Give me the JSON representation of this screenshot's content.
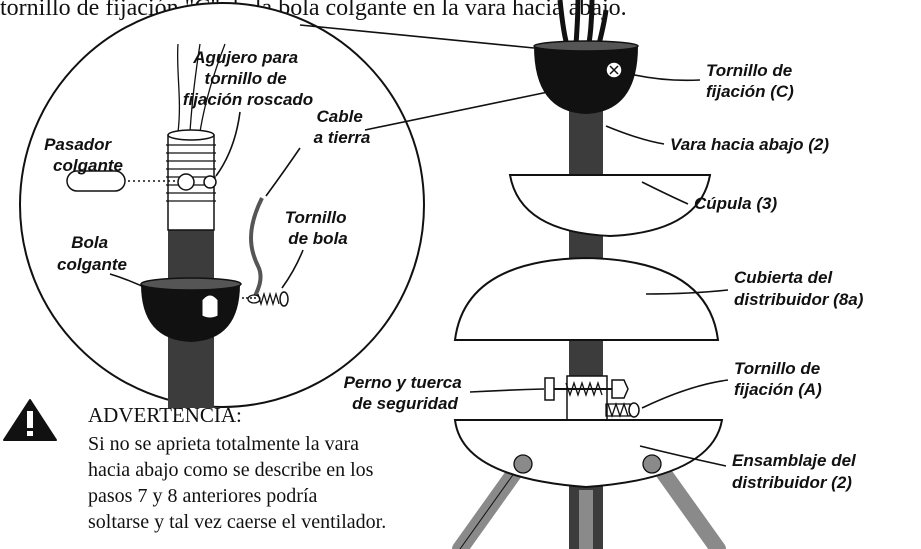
{
  "intro_text": "tornillo de fijación \"C\" de la bola colgante en la vara hacia abajo.",
  "inset_labels": {
    "agujero": [
      "Agujero para",
      "tornillo de",
      "fijación roscado"
    ],
    "cable": [
      "Cable",
      "a tierra"
    ],
    "pasador": [
      "Pasador",
      "colgante"
    ],
    "tornillo_bola": [
      "Tornillo",
      "de bola"
    ],
    "bola": [
      "Bola",
      "colgante"
    ]
  },
  "main_labels": {
    "tornillo_c": [
      "Tornillo de",
      "fijación (C)"
    ],
    "vara": [
      "Vara hacia abajo (2)"
    ],
    "cupula": [
      "Cúpula (3)"
    ],
    "cubierta": [
      "Cubierta del",
      "distribuidor (8a)"
    ],
    "tornillo_a": [
      "Tornillo de",
      "fijación (A)"
    ],
    "perno": [
      "Perno y tuerca",
      "de seguridad"
    ],
    "ensamblaje": [
      "Ensamblaje del",
      "distribuidor (2)"
    ]
  },
  "warning": {
    "title": "ADVERTENCIA:",
    "lines": [
      "Si no se aprieta totalmente la vara",
      "hacia abajo como se describe en los",
      "pasos 7 y 8 anteriores podría",
      "soltarse y tal vez caerse el ventilador."
    ],
    "icon": "warning-triangle-icon"
  },
  "colors": {
    "ink": "#111111",
    "rod": "#3c3c3c",
    "arm": "#8a8a8a",
    "paper": "#ffffff"
  }
}
